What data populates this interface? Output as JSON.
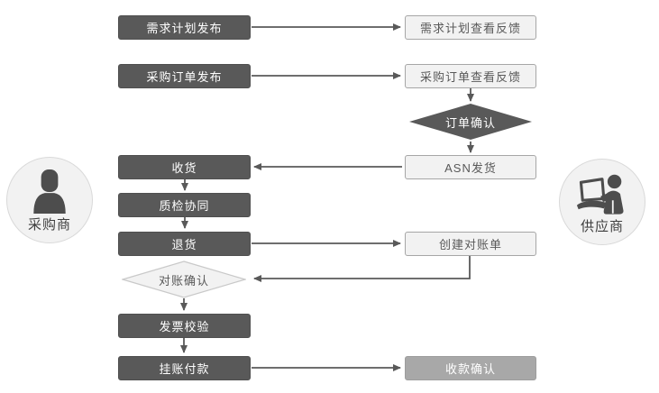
{
  "diagram": {
    "left_actor": {
      "label": "采购商"
    },
    "right_actor": {
      "label": "供应商"
    },
    "buyer_steps": [
      {
        "id": "demand-plan-publish",
        "label": "需求计划发布"
      },
      {
        "id": "po-publish",
        "label": "采购订单发布"
      },
      {
        "id": "receive-goods",
        "label": "收货"
      },
      {
        "id": "quality-inspection-collab",
        "label": "质检协同"
      },
      {
        "id": "return-goods",
        "label": "退货"
      },
      {
        "id": "invoice-verification",
        "label": "发票校验"
      },
      {
        "id": "booked-payment",
        "label": "挂账付款"
      }
    ],
    "supplier_steps": [
      {
        "id": "demand-plan-view-feedback",
        "label": "需求计划查看反馈"
      },
      {
        "id": "po-view-feedback",
        "label": "采购订单查看反馈"
      },
      {
        "id": "asn-shipping",
        "label": "ASN发货"
      },
      {
        "id": "create-statement",
        "label": "创建对账单"
      },
      {
        "id": "payment-receipt-confirm",
        "label": "收款确认"
      }
    ],
    "decisions": [
      {
        "id": "order-confirm",
        "label": "订单确认",
        "style": "dark"
      },
      {
        "id": "statement-confirm",
        "label": "对账确认",
        "style": "light"
      }
    ],
    "colors": {
      "dark_box": "#595959",
      "medium_box": "#a8a8a8",
      "light_box_fill": "#f2f2f2",
      "light_box_border": "#a6a6a6",
      "light_diamond_border": "#c9c9c9",
      "arrow": "#595959",
      "circle_fill": "#f2f2f2",
      "circle_border": "#d9d9d9",
      "icon": "#4d4d4d"
    }
  }
}
